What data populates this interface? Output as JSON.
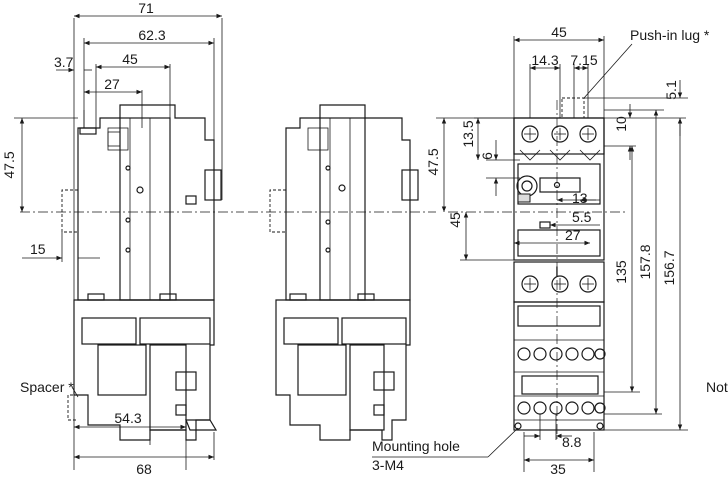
{
  "labels": {
    "push_in_lug": "Push-in lug *",
    "spacer": "Spacer *",
    "mounting_hole": "Mounting hole",
    "mounting_hole_spec": "3-M4",
    "note_cut": "Not"
  },
  "dims": {
    "side_71": "71",
    "side_62_3": "62.3",
    "side_45": "45",
    "side_3_7": "3.7",
    "side_27": "27",
    "side_47_5": "47.5",
    "side_15": "15",
    "side_54_3": "54.3",
    "side_68": "68",
    "front_45": "45",
    "front_14_3": "14.3",
    "front_7_15": "7.15",
    "front_5_1": "5.1",
    "front_10": "10",
    "front_13_5": "13.5",
    "front_6": "6",
    "front_47_5": "47.5",
    "front_13": "13",
    "front_45_v": "45",
    "front_5_5": "5.5",
    "front_27": "27",
    "front_135": "135",
    "front_157_8": "157.8",
    "front_156_7": "156.7",
    "front_8_8": "8.8",
    "front_35": "35"
  }
}
